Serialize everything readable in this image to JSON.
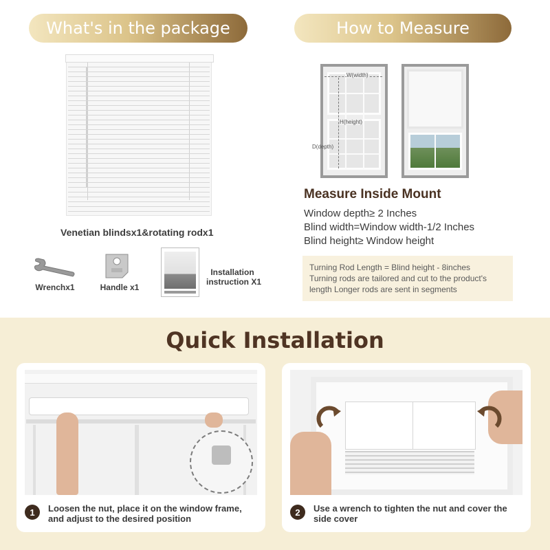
{
  "package": {
    "title": "What's in the package",
    "blinds_caption": "Venetian blindsx1&rotating rodx1",
    "accessories": [
      {
        "label": "Wrenchx1",
        "icon": "wrench-icon"
      },
      {
        "label": "Handle x1",
        "icon": "handle-icon"
      },
      {
        "label_line1": "Installation",
        "label_line2": "instruction X1",
        "icon": "booklet-icon",
        "booklet_caption": "Installation instruction"
      }
    ]
  },
  "measure": {
    "title": "How to Measure",
    "diagram": {
      "width_label": "W(width)",
      "height_label": "H(height)",
      "depth_label": "D(depth)"
    },
    "subtitle": "Measure Inside Mount",
    "lines": [
      "Window depth≥ 2 Inches",
      "Blind width=Window width-1/2 Inches",
      "Blind height≥ Window height"
    ],
    "note_lines": [
      "Turning Rod Length = Blind height - 8inches",
      "Turning rods are tailored and cut to the product's",
      "length Longer rods are sent in segments"
    ]
  },
  "installation": {
    "title": "Quick Installation",
    "steps": [
      {
        "number": "1",
        "line1": "Loosen the nut, place it on the window frame,",
        "line2": "and adjust to the desired position"
      },
      {
        "number": "2",
        "line1": "Use a wrench to tighten the nut and cover the",
        "line2": "side cover"
      }
    ]
  },
  "colors": {
    "brand_brown": "#4f3423",
    "gold_light": "#f3e6bf",
    "gold_dark": "#8d6a3a",
    "cream_bg": "#f6eed6"
  }
}
